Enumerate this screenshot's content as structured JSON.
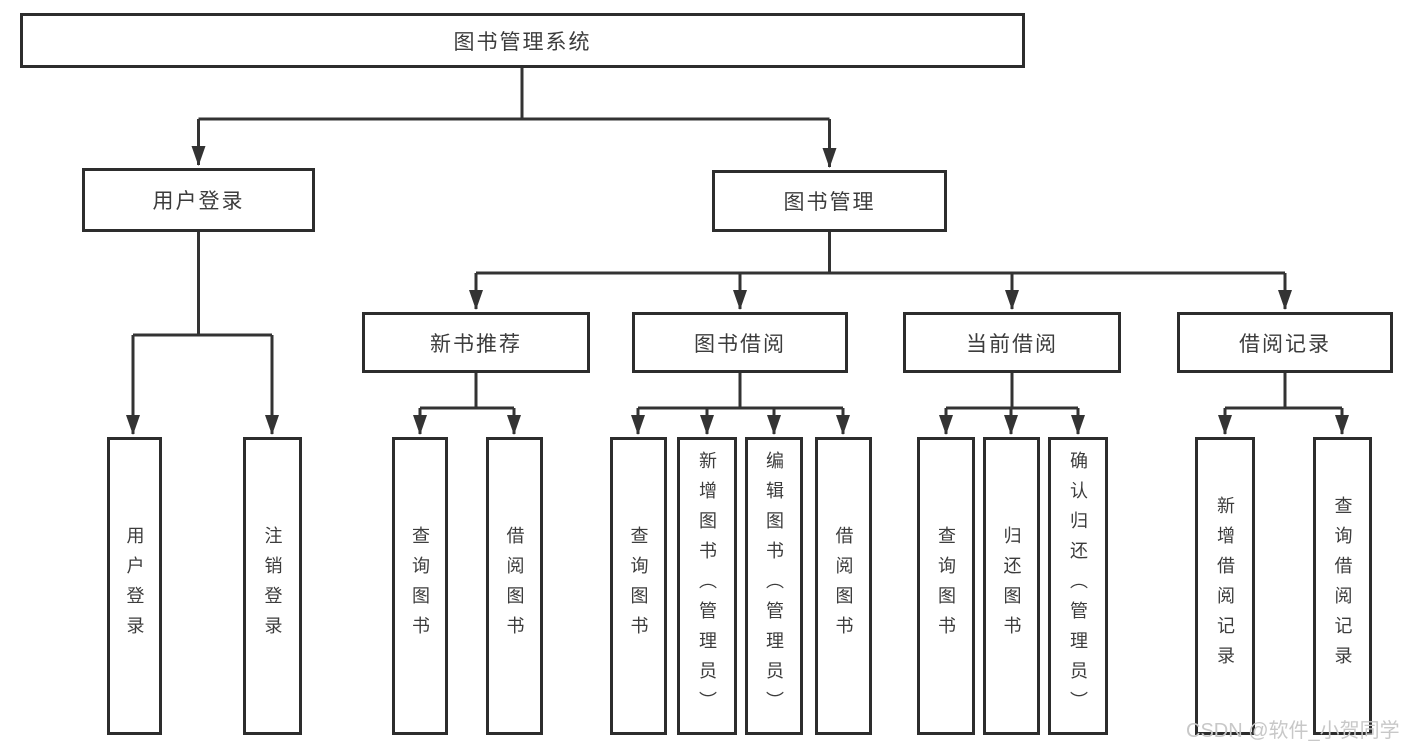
{
  "diagram": {
    "title": "图书管理系统",
    "level2": {
      "user_login": "用户登录",
      "book_management": "图书管理"
    },
    "level3": {
      "new_book_recommend": "新书推荐",
      "book_borrow": "图书借阅",
      "current_borrow": "当前借阅",
      "borrow_record": "借阅记录"
    },
    "leaves": {
      "login": "用户登录",
      "logout": "注销登录",
      "recommend_query_book": "查询图书",
      "recommend_borrow_book": "借阅图书",
      "borrow_query_book": "查询图书",
      "borrow_add_book": "新增图书（管理员）",
      "borrow_edit_book": "编辑图书（管理员）",
      "borrow_borrow_book": "借阅图书",
      "current_query_book": "查询图书",
      "current_return_book": "归还图书",
      "current_confirm_return": "确认归还（管理员）",
      "record_add_record": "新增借阅记录",
      "record_query_record": "查询借阅记录"
    }
  },
  "watermark": "CSDN @软件_小贺同学",
  "colors": {
    "background": "#ffffff",
    "line": "#333333",
    "box_border": "#2d2d2d",
    "text": "#3c3c3c",
    "watermark_color": "#c8c8c8"
  }
}
